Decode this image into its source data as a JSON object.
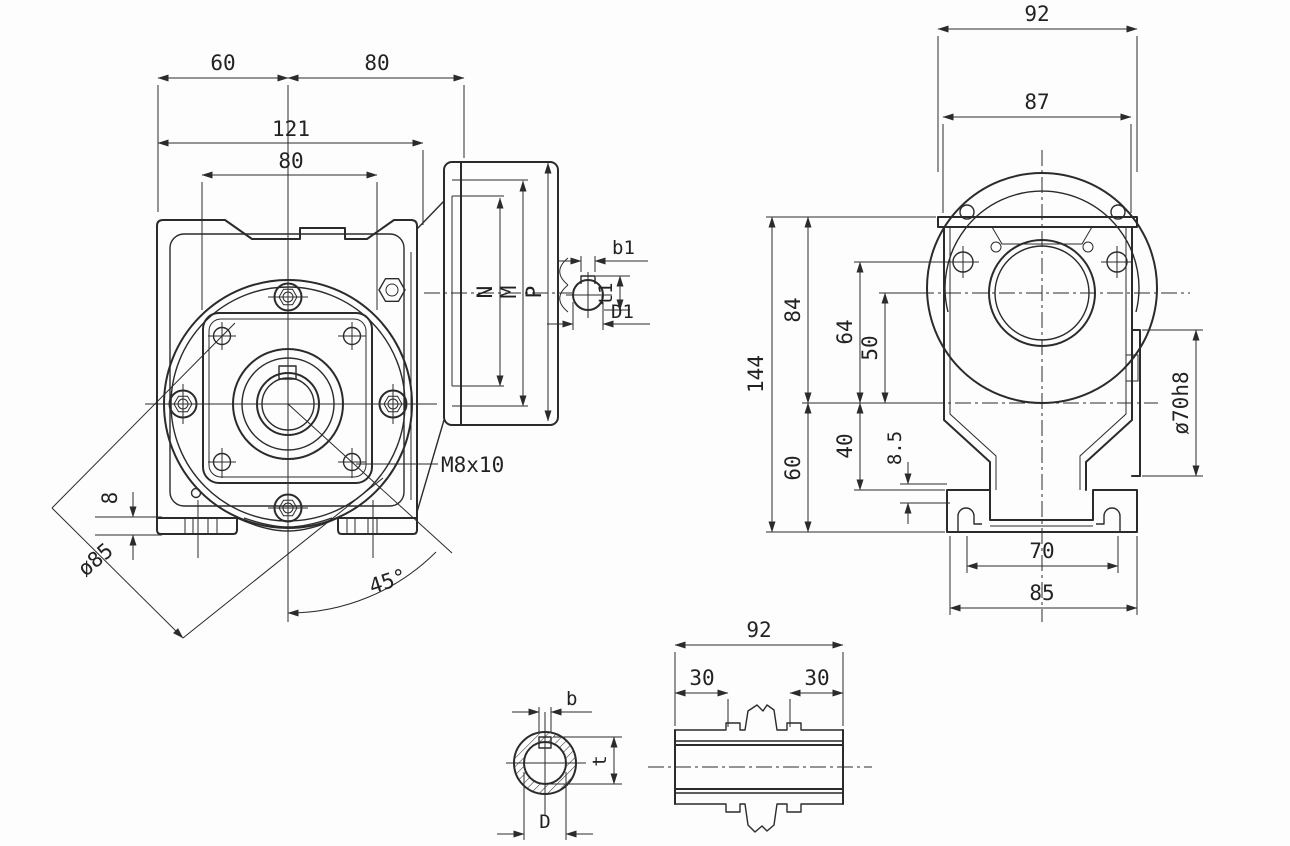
{
  "drawing": {
    "type": "worm-gearbox engineering drawing",
    "line_color": "#2b2b2b",
    "background": "#fdfdfd",
    "front_view": {
      "dim_top_left": "60",
      "dim_top_right": "80",
      "dim_overall_width": "121",
      "dim_square_width": "80",
      "dim_foot_height": "8",
      "dim_bolt_circle": "ø85",
      "dim_angle": "45°",
      "thread_callout": "M8x10"
    },
    "flange_view": {
      "dim_n": "N",
      "dim_m": "M",
      "dim_p": "P"
    },
    "input_key_detail": {
      "dim_b1": "b1",
      "dim_t1": "t1",
      "dim_d1": "D1"
    },
    "side_view": {
      "dim_top_width": "92",
      "dim_flange_width": "87",
      "dim_total_height": "144",
      "dim_upper_height": "84",
      "dim_lower_height": "60",
      "dim_holes_height": "64",
      "dim_axis_height": "50",
      "dim_base_height": "40",
      "dim_foot_slot": "8.5",
      "dim_output_boss": "ø70h8",
      "dim_feet_spacing": "70",
      "dim_base_width": "85"
    },
    "output_bore_detail": {
      "dim_b": "b",
      "dim_t": "t",
      "dim_d": "D"
    },
    "hollow_shaft_view": {
      "dim_length": "92",
      "dim_left": "30",
      "dim_right": "30"
    }
  }
}
